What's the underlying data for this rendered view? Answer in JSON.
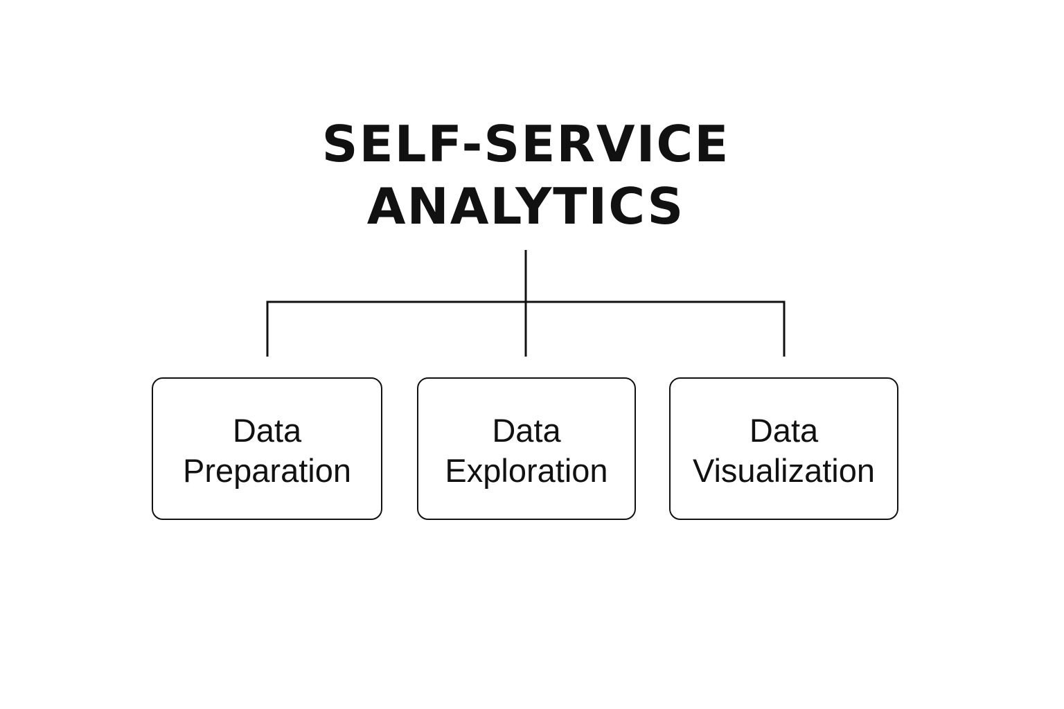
{
  "diagram": {
    "title_line1": "SELF-SERVICE",
    "title_line2": "ANALYTICS",
    "nodes": [
      {
        "line1": "Data",
        "line2": "Preparation"
      },
      {
        "line1": "Data",
        "line2": "Exploration"
      },
      {
        "line1": "Data",
        "line2": "Visualization"
      }
    ],
    "colors": {
      "stroke": "#111111",
      "background": "#ffffff"
    }
  }
}
